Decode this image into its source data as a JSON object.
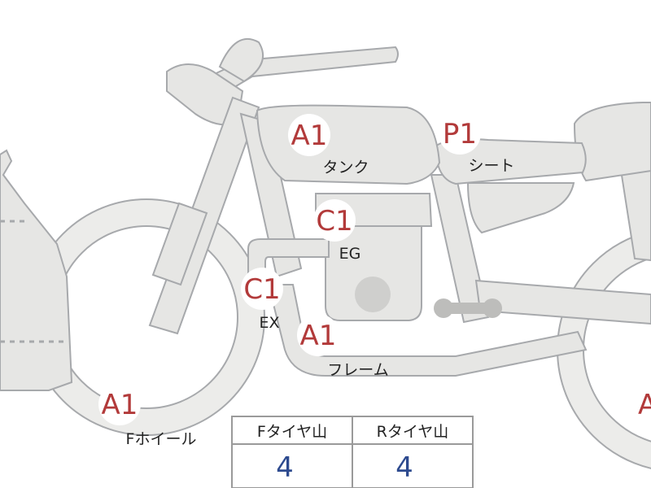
{
  "parts": [
    {
      "id": "tank",
      "grade": "A1",
      "label": "タンク"
    },
    {
      "id": "seat",
      "grade": "P1",
      "label": "シート"
    },
    {
      "id": "engine",
      "grade": "C1",
      "label": "EG"
    },
    {
      "id": "exhaust",
      "grade": "C1",
      "label": "EX"
    },
    {
      "id": "frame",
      "grade": "A1",
      "label": "フレーム"
    },
    {
      "id": "front_wheel",
      "grade": "A1",
      "label": "Fホイール"
    },
    {
      "id": "rear",
      "grade": "A",
      "label": ""
    }
  ],
  "tire_table": {
    "headers": [
      "Fタイヤ山",
      "Rタイヤ山"
    ],
    "values": [
      "4",
      "4"
    ]
  },
  "colors": {
    "grade": "#b23a3a",
    "value": "#2d4a8f",
    "part_fill": "#e6e6e4",
    "outline": "#a7a9ac"
  }
}
